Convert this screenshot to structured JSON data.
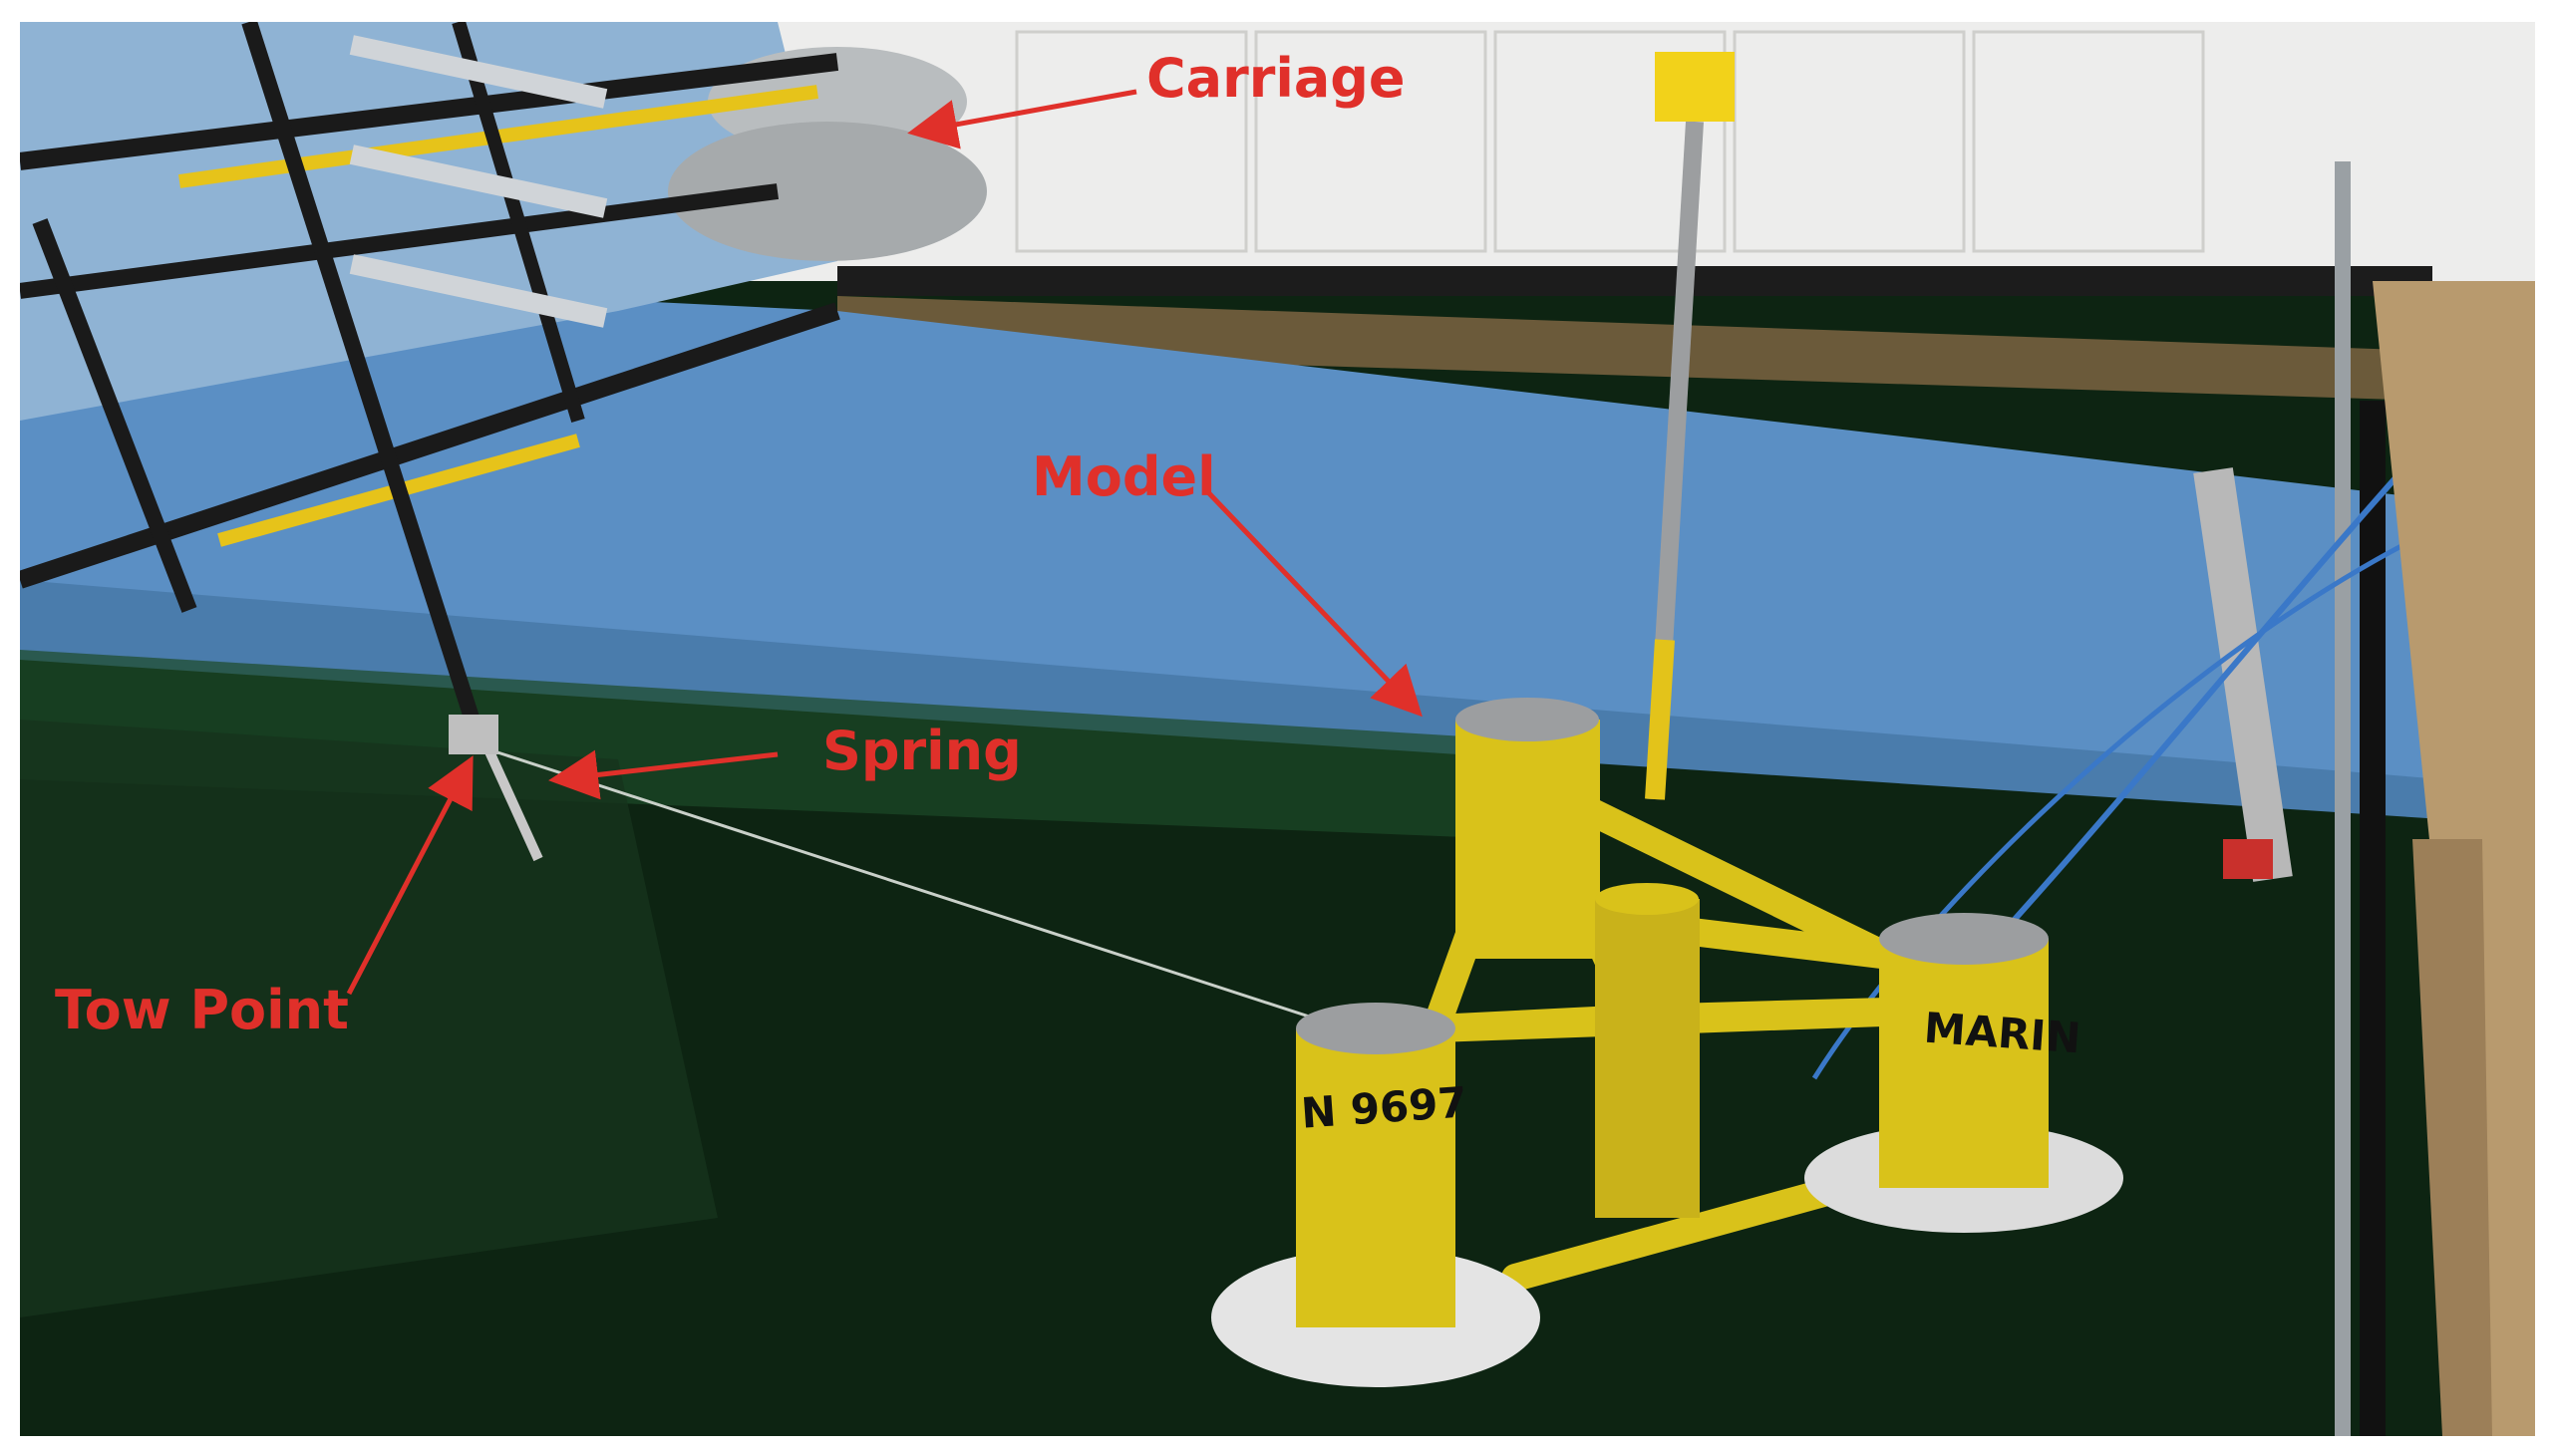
{
  "labels": {
    "carriage": "Carriage",
    "model": "Model",
    "spring": "Spring",
    "tow_point": "Tow Point"
  },
  "model_markings": {
    "left_column": "N 9697",
    "right_column": "MARIN"
  },
  "colors": {
    "label_red": "#e0302a",
    "water": "#0d2412",
    "tank_wall": "#5b8fc4",
    "model_yellow": "#d9c21a",
    "carriage_blue": "#8fb3d4"
  }
}
